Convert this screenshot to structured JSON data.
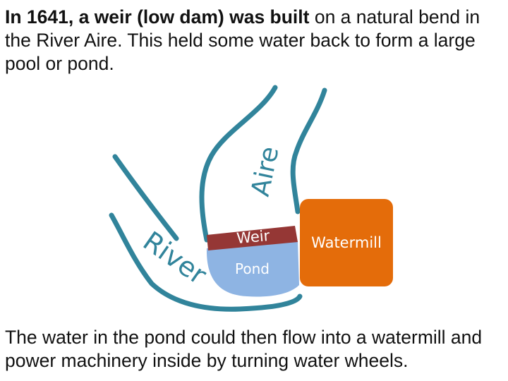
{
  "intro": {
    "bold": "In 1641, a weir (low dam) was built",
    "rest": " on a natural bend in the River Aire. This held some water back to form a large pool or pond."
  },
  "diagram": {
    "river_word_1": "Aire",
    "river_word_2": "River",
    "weir_label": "Weir",
    "pond_label": "Pond",
    "mill_label": "Watermill",
    "colors": {
      "river_bank": "#31849b",
      "river_label": "#31849b",
      "weir": "#953735",
      "pond": "#8eb4e3",
      "watermill": "#e46c0a"
    }
  },
  "outro": {
    "text": "The water in the pond could then flow into a watermill and power machinery inside by turning water wheels."
  }
}
